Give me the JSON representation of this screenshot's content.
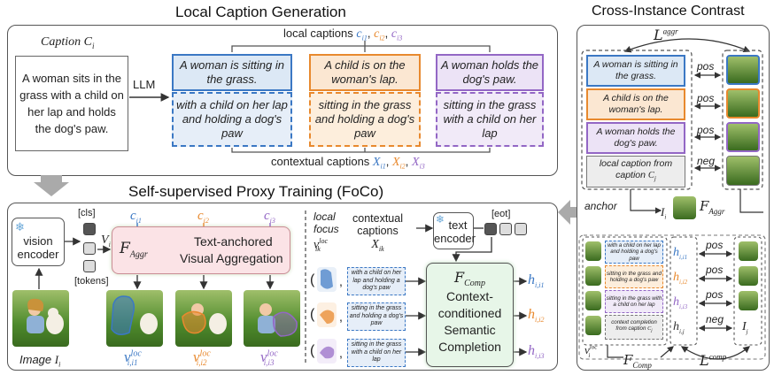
{
  "titles": {
    "local_caption_generation": "Local Caption Generation",
    "cross_instance_contrast": "Cross-Instance Contrast",
    "proxy_training": "Self-supervised Proxy Training (FoCo)"
  },
  "top": {
    "caption_label": "Caption",
    "caption_symbol": "C",
    "caption_sub": "i",
    "caption_text": "A woman sits in the grass with a child on her lap and holds the dog's paw.",
    "llm": "LLM",
    "local_captions_label": "local captions",
    "local_captions_symbols": [
      "c",
      "c",
      "c"
    ],
    "local_captions_subs": [
      "i1",
      "i2",
      "i3"
    ],
    "local_caption_sep": ",",
    "contextual_captions_label": "contextual captions",
    "contextual_symbols": [
      "X",
      "X",
      "X"
    ],
    "contextual_subs": [
      "i1",
      "i2",
      "i3"
    ],
    "local": [
      "A woman is sitting in the grass.",
      "A child is on the woman's lap.",
      "A woman holds the dog's paw."
    ],
    "contextual": [
      "with a child on her lap and holding a dog's paw",
      "sitting in the grass and holding a dog's paw",
      "sitting in the grass with a child on her lap"
    ]
  },
  "bottom": {
    "vision_encoder": "vision encoder",
    "cls": "[cls]",
    "tokens": "[tokens]",
    "v_symbol": "V",
    "v_sub": "i",
    "c_symbols": [
      "c",
      "c",
      "c"
    ],
    "c_subs": [
      "i1",
      "i2",
      "i3"
    ],
    "f_aggr": "F",
    "f_aggr_sub": "Aggr",
    "tav_line1": "Text-anchored",
    "tav_line2": "Visual Aggregation",
    "image_label": "Image",
    "image_symbol": "I",
    "image_sub": "i",
    "v_loc_labels": [
      "v",
      "v",
      "v"
    ],
    "v_loc_sup": "loc",
    "v_loc_subs": [
      "i,i1",
      "i,i2",
      "i,i3"
    ],
    "local_focus": "local",
    "local_focus2": "focus",
    "v_ik": "v",
    "v_ik_sup": "loc",
    "v_ik_sub": "ik",
    "contextual_captions_1": "contextual",
    "contextual_captions_2": "captions",
    "x_ik": "X",
    "x_ik_sub": "ik",
    "text_encoder_1": "text",
    "text_encoder_2": "encoder",
    "eot": "[eot]",
    "f_comp": "F",
    "f_comp_sub": "Comp",
    "ccsc": [
      "Context-",
      "conditioned",
      "Semantic",
      "Completion"
    ],
    "pair_texts": [
      "with a child on her lap and holding a dog's paw",
      "sitting in the grass and holding a dog's paw",
      "sitting in the grass with a child on her lap"
    ],
    "h_labels": [
      "h",
      "h",
      "h"
    ],
    "h_subs": [
      "i,i1",
      "i,i2",
      "i,i3"
    ]
  },
  "right": {
    "l_aggr": "L",
    "l_aggr_sup": "aggr",
    "upper_texts": [
      "A woman is sitting in the grass.",
      "A child is on the woman's lap.",
      "A woman holds the dog's paw.",
      "local caption from caption"
    ],
    "upper_last_symbol": "C",
    "upper_last_sub": "j",
    "pos": "pos",
    "neg": "neg",
    "anchor": "anchor",
    "i_symbol": "I",
    "i_sub": "i",
    "f_aggr": "F",
    "f_aggr_sub": "Aggr",
    "lower_texts": [
      "with a child on her lap and holding a dog's paw",
      "sitting in the grass and holding a dog's paw",
      "sitting in the grass with a child on her lap",
      "context completion from caption"
    ],
    "lower_last_symbol": "C",
    "lower_last_sub": "j",
    "h_subs": [
      "i,i1",
      "i,i2",
      "i,i3",
      "i,j"
    ],
    "h_symbol": "h",
    "v_loc": "v",
    "v_loc_sup": "loc",
    "v_loc_sub": "i",
    "i_j": "I",
    "i_j_sub": "j",
    "f_comp": "F",
    "f_comp_sub": "Comp",
    "l_comp": "L",
    "l_comp_sup": "comp"
  },
  "colors": {
    "blue": "#3b78c4",
    "orange": "#e8892e",
    "purple": "#9367c5",
    "aggr_fill": "#fbe3e6",
    "comp_fill": "#e7f6e8"
  }
}
